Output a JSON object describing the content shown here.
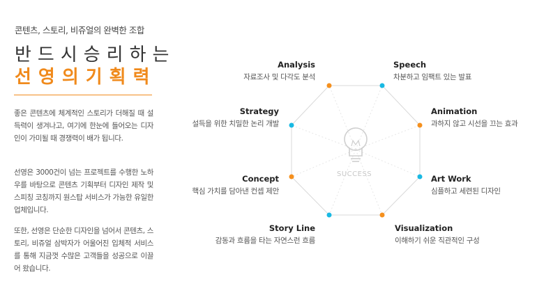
{
  "intro": {
    "eyebrow": "콘텐츠, 스토리, 비쥬얼의 완벽한 조합",
    "headline_1": "반드시승리하는",
    "headline_2": "선영의기획력",
    "paragraphs": [
      "좋은 콘텐츠에 체계적인 스토리가 더해질 때 설득력이 생겨나고, 여기에 한눈에 들어오는 디자인이 가미될 때 경쟁력이 배가 됩니다.",
      "선영은 3000건이 넘는 프로젝트를 수행한 노하우를 바탕으로 콘텐츠 기획부터 디자인 제작 및 스피칭 코칭까지 원스탑 서비스가 가능한 유일한 업체입니다.",
      "또한, 선영은 단순한 디자인을 넘어서 콘텐츠, 스토리, 비쥬얼 삼박자가 어울어진 입체적 서비스를 통해 지금껏 수많은 고객들을 성공으로 이끌어 왔습니다."
    ]
  },
  "diagram": {
    "center_label": "SUCCESS",
    "colors": {
      "orange": "#f5901e",
      "cyan": "#19b9e3",
      "line": "#d9d9d9"
    },
    "nodes": [
      {
        "title": "Analysis",
        "desc": "자료조사 및 다각도 분석"
      },
      {
        "title": "Speech",
        "desc": "차분하고 임팩트 있는 발표"
      },
      {
        "title": "Strategy",
        "desc": "설득을 위한 치밀한 논리 개발"
      },
      {
        "title": "Animation",
        "desc": "과하지 않고 시선을 끄는 효과"
      },
      {
        "title": "Concept",
        "desc": "핵심 가치를 담아낸 컨셉 제안"
      },
      {
        "title": "Art Work",
        "desc": "심플하고 세련된 디자인"
      },
      {
        "title": "Story Line",
        "desc": "감동과 흐름을 타는 자연스런 흐름"
      },
      {
        "title": "Visualization",
        "desc": "이해하기 쉬운 직관적인 구성"
      }
    ]
  }
}
